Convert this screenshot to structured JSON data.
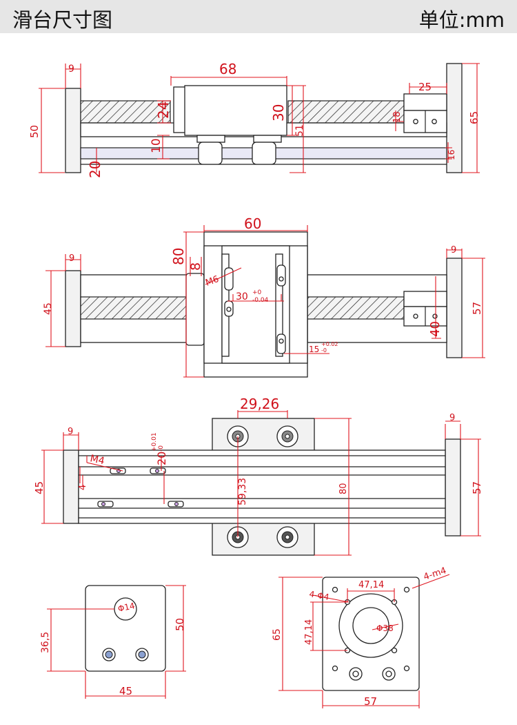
{
  "header": {
    "title": "滑台尺寸图",
    "unit": "单位:mm"
  },
  "views": {
    "side": {
      "d9": "9",
      "d68": "68",
      "d25": "25",
      "d50": "50",
      "d24": "24",
      "d30": "30",
      "d51": "51",
      "d10": "10",
      "d20": "20",
      "d18": "18",
      "d65": "65",
      "d16": "16"
    },
    "top": {
      "d9a": "9",
      "d60": "60",
      "d80": "80",
      "d8": "8",
      "d45": "45",
      "m6": "M6",
      "d30tol": "30",
      "d30sup": "+0",
      "d30sub": "-0.04",
      "d15tol": "15",
      "d15sup": "+0.02",
      "d15sub": "-0",
      "d9b": "9",
      "d57": "57",
      "d40": "40"
    },
    "front": {
      "d2926": "29,26",
      "d9a": "9",
      "d9b": "9",
      "d45": "45",
      "m4": "M4",
      "d4": "4",
      "d20tol": "20",
      "d20sup": "+0.01",
      "d20sub": "-0",
      "d5933": "59,33",
      "d80": "80",
      "d57": "57"
    },
    "endplate": {
      "d14": "Φ14",
      "d365": "36,5",
      "d50": "50",
      "d45": "45"
    },
    "motorplate": {
      "d4714a": "47,14",
      "m4": "4-m4",
      "phi4": "4-Φ4",
      "d4714b": "47,14",
      "d65": "65",
      "d38": "Φ38",
      "d57": "57"
    }
  },
  "colors": {
    "dimension": "#e0141e",
    "outline": "#222222",
    "header_bg": "#e6e6e6"
  }
}
